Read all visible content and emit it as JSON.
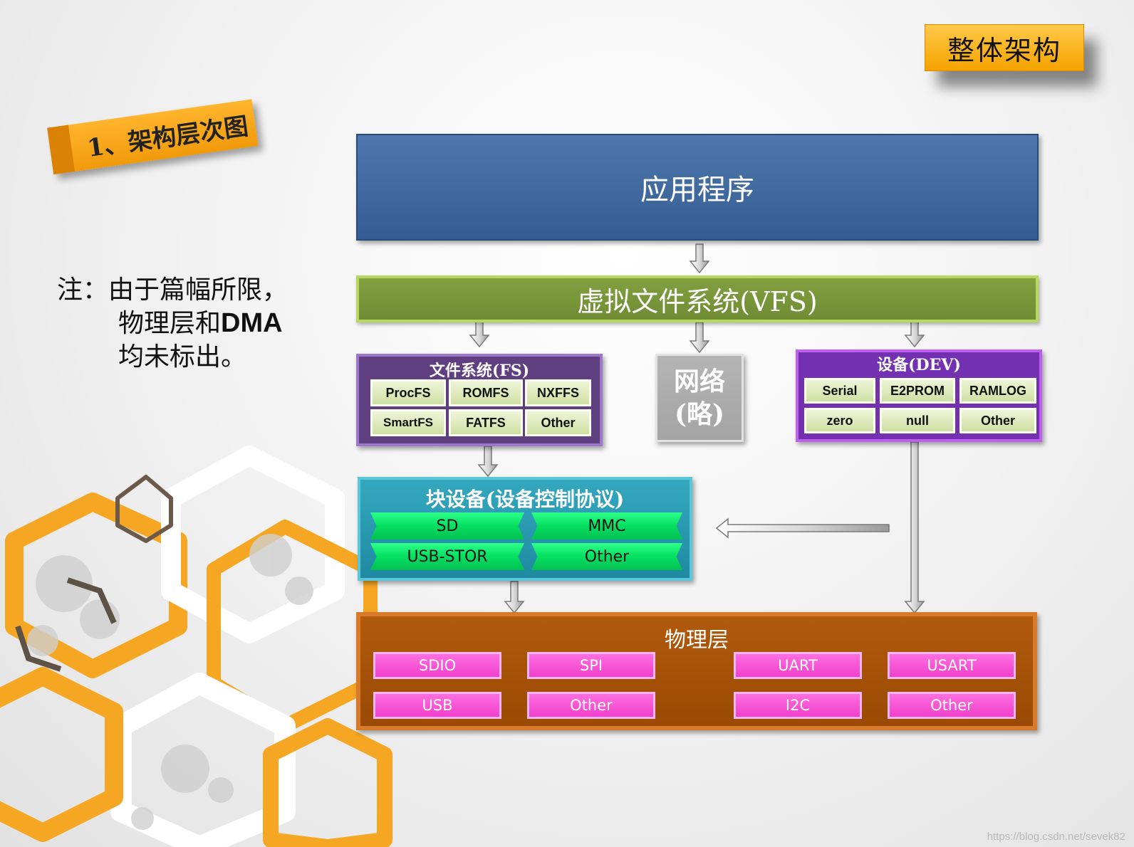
{
  "slide_title": "整体架构",
  "section_tag": "1、架构层次图",
  "note": {
    "line1": "注：由于篇幅所限，",
    "line2_prefix": "物理层和",
    "line2_bold": "DMA",
    "line3": "均未标出。"
  },
  "layers": {
    "application": "应用程序",
    "vfs": "虚拟文件系统(VFS)",
    "filesystem": {
      "title": "文件系统(FS)",
      "items": [
        "ProcFS",
        "ROMFS",
        "NXFFS",
        "SmartFS",
        "FATFS",
        "Other"
      ]
    },
    "network": {
      "line1": "网络",
      "line2": "(略)"
    },
    "device": {
      "title": "设备(DEV)",
      "items": [
        "Serial",
        "E2PROM",
        "RAMLOG",
        "zero",
        "null",
        "Other"
      ]
    },
    "block_device": {
      "title": "块设备(设备控制协议)",
      "items": [
        "SD",
        "MMC",
        "USB-STOR",
        "Other"
      ]
    },
    "physical": {
      "title": "物理层",
      "items": [
        "SDIO",
        "SPI",
        "UART",
        "USART",
        "USB",
        "Other",
        "I2C",
        "Other"
      ]
    }
  },
  "watermark": "https://blog.csdn.net/sevek82",
  "colors": {
    "application": "#3f6aa1",
    "vfs": "#76933c",
    "filesystem": "#5f3f80",
    "network": "#a6a6a6",
    "device": "#7330b0",
    "block_device": "#2596b0",
    "physical": "#a0500a",
    "badge": "#ffb52e"
  }
}
